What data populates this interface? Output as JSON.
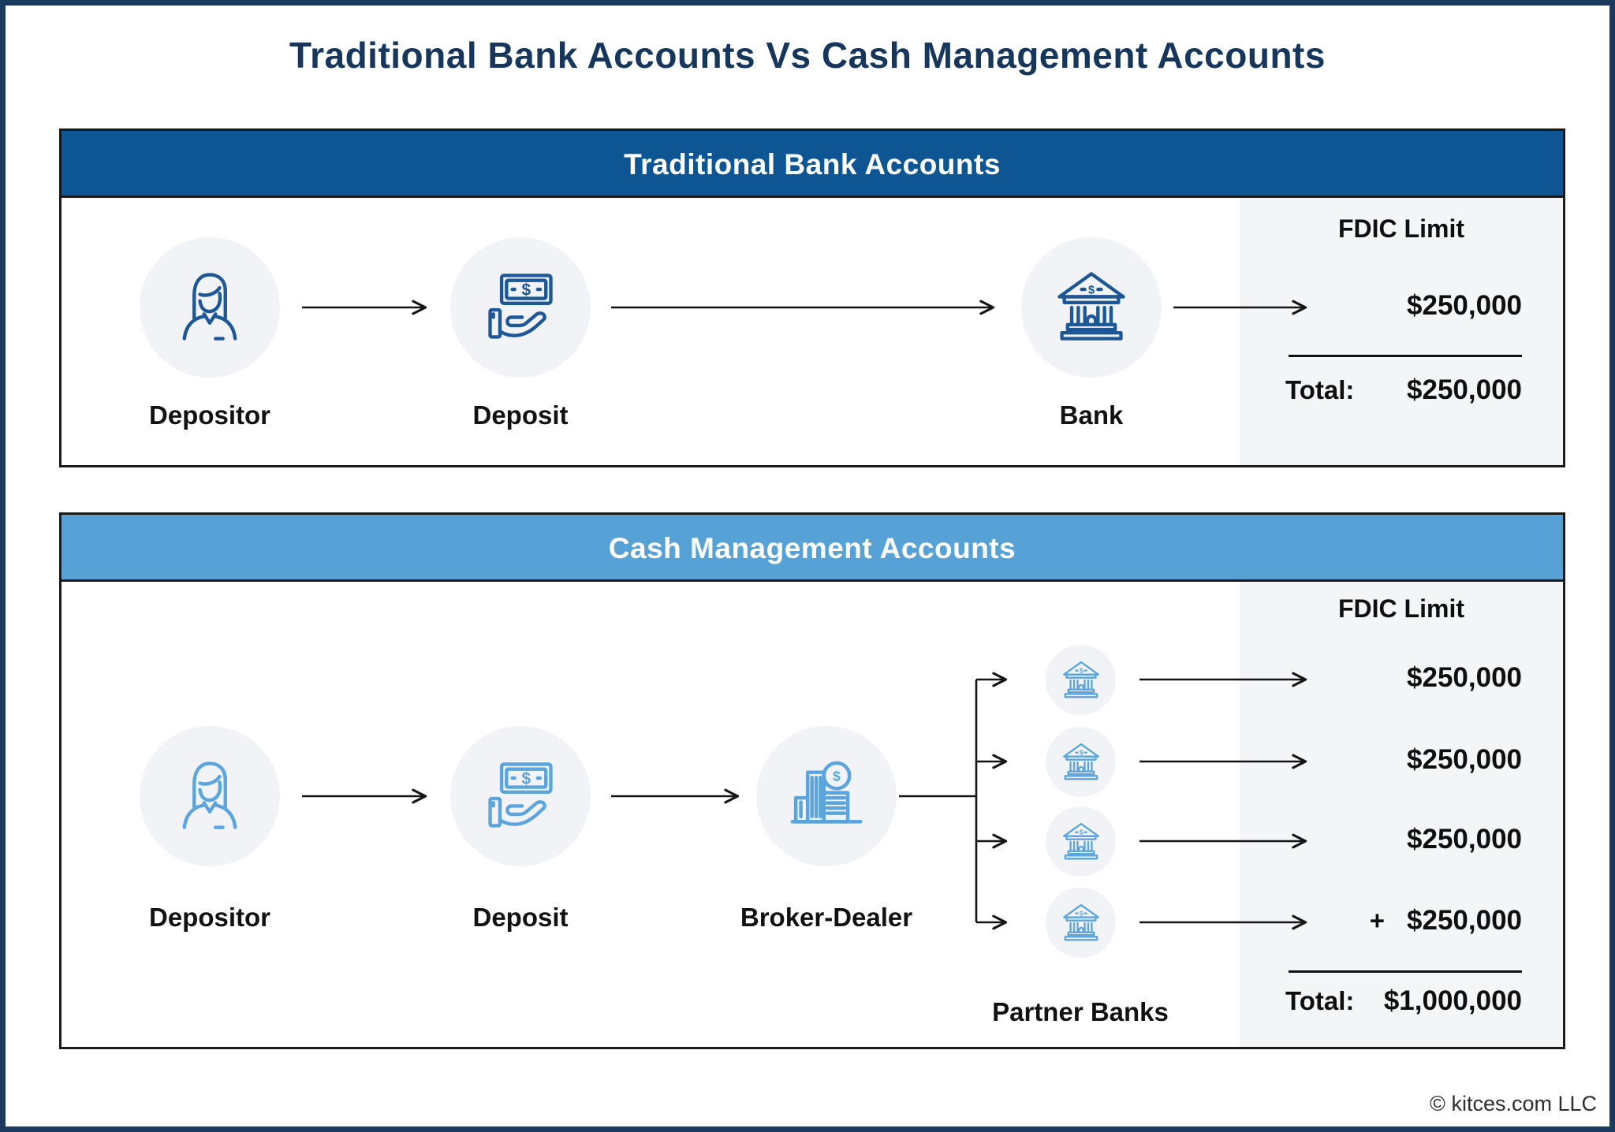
{
  "title": "Traditional Bank Accounts Vs Cash Management Accounts",
  "footer": "© kitces.com LLC",
  "colors": {
    "outer_border": "#1C3A5E",
    "title_text": "#16365C",
    "traditional_header_bg": "#0E5593",
    "cma_header_bg": "#56A2D6",
    "header_text": "#FFFFFF",
    "panel_border": "#1A1A1A",
    "dark_icon_blue": "#1D5795",
    "light_icon_blue": "#5BA5DC",
    "icon_bubble_bg": "#F1F3F6",
    "fdic_sidebar_bg": "#F4F5F6",
    "arrow": "#141414"
  },
  "icons": {
    "depositor": "person-icon",
    "deposit": "cash-in-hand-icon",
    "bank": "bank-building-icon",
    "broker": "broker-buildings-coin-icon"
  },
  "traditional": {
    "header": "Traditional Bank Accounts",
    "nodes": {
      "depositor": "Depositor",
      "deposit": "Deposit",
      "bank": "Bank"
    },
    "fdic": {
      "heading": "FDIC Limit",
      "amount": "$250,000",
      "total_label": "Total:",
      "total_value": "$250,000"
    }
  },
  "cma": {
    "header": "Cash Management Accounts",
    "nodes": {
      "depositor": "Depositor",
      "deposit": "Deposit",
      "broker": "Broker-Dealer",
      "partner_banks": "Partner Banks"
    },
    "fdic": {
      "heading": "FDIC Limit",
      "amounts": [
        "$250,000",
        "$250,000",
        "$250,000",
        "$250,000"
      ],
      "plus_sign": "+",
      "total_label": "Total:",
      "total_value": "$1,000,000"
    }
  }
}
